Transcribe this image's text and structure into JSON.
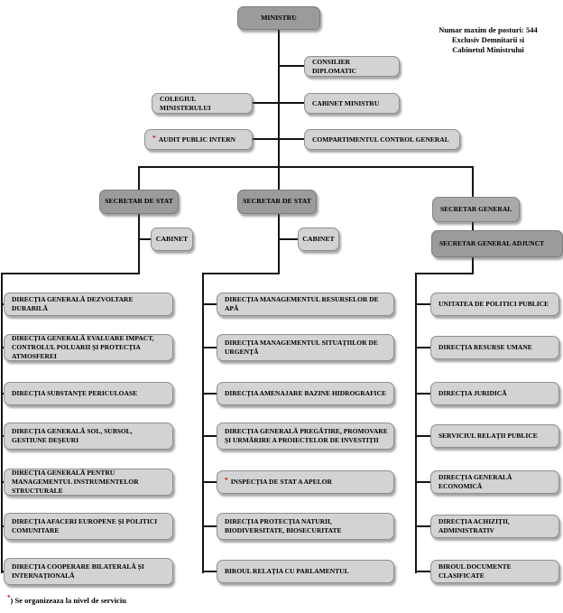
{
  "note": {
    "line1": "Numar maxim de posturi: 544",
    "line2": "Exclusiv Demnitarii si",
    "line3": "Cabinetul Ministrului"
  },
  "nodes": {
    "ministru": "MINISTRU",
    "consilier_diplomatic": "CONSILIER DIPLOMATIC",
    "colegiul_ministerului": "COLEGIUL MINISTERULUI",
    "cabinet_ministru": "CABINET MINISTRU",
    "audit_public_intern": {
      "marker": "*",
      "label": "AUDIT PUBLIC INTERN"
    },
    "compartimentul_control_general": "COMPARTIMENTUL CONTROL GENERAL",
    "secretar_de_stat_1": "SECRETAR DE STAT",
    "secretar_de_stat_2": "SECRETAR DE STAT",
    "cabinet_1": "CABINET",
    "cabinet_2": "CABINET",
    "secretar_general": "SECRETAR GENERAL",
    "secretar_general_adjunct": "SECRETAR GENERAL ADJUNCT"
  },
  "columns": {
    "left": [
      {
        "marker": "",
        "label": "DIRECȚIA GENERALĂ DEZVOLTARE DURABILĂ"
      },
      {
        "marker": "",
        "label": "DIRECȚIA GENERALĂ EVALUARE IMPACT, CONTROLUL POLUARII ȘI PROTECȚIA ATMOSFEREI"
      },
      {
        "marker": "",
        "label": "DIRECȚIA SUBSTANȚE PERICULOASE"
      },
      {
        "marker": "",
        "label": "DIRECȚIA GENERALĂ SOL, SUBSOL, GESTIUNE DEȘEURI"
      },
      {
        "marker": "",
        "label": "DIRECȚIA GENERALĂ PENTRU MANAGEMENTUL INSTRUMENTELOR STRUCTURALE"
      },
      {
        "marker": "",
        "label": "DIRECȚIA AFACERI EUROPENE ȘI POLITICI COMUNITARE"
      },
      {
        "marker": "",
        "label": "DIRECȚIA COOPERARE BILATERALĂ ȘI INTERNAȚIONALĂ"
      }
    ],
    "middle": [
      {
        "marker": "",
        "label": "DIRECȚIA MANAGEMENTUL RESURSELOR DE APĂ"
      },
      {
        "marker": "",
        "label": "DIRECȚIA MANAGEMENTUL SITUAȚIILOR DE URGENȚĂ"
      },
      {
        "marker": "",
        "label": "DIRECȚIA AMENAJARE BAZINE HIDROGRAFICE"
      },
      {
        "marker": "",
        "label": "DIRECȚIA GENERALĂ PREGĂTIRE, PROMOVARE ȘI URMĂRIRE A PROIECTELOR DE INVESTIȚII"
      },
      {
        "marker": "*",
        "label": "INSPECȚIA DE STAT A APELOR"
      },
      {
        "marker": "",
        "label": "DIRECȚIA PROTECȚIA NATURII, BIODIVERSITATE, BIOSECURITATE"
      },
      {
        "marker": "",
        "label": "BIROUL RELAȚIA CU PARLAMENTUL"
      }
    ],
    "right": [
      {
        "marker": "",
        "label": "UNITATEA DE POLITICI PUBLICE"
      },
      {
        "marker": "",
        "label": "DIRECȚIA RESURSE UMANE"
      },
      {
        "marker": "",
        "label": "DIRECȚIA JURIDICĂ"
      },
      {
        "marker": "",
        "label": "SERVICIUL RELAȚII PUBLICE"
      },
      {
        "marker": "",
        "label": "DIRECȚIA GENERALĂ ECONOMICĂ"
      },
      {
        "marker": "",
        "label": "DIRECȚIA ACHIZIȚII, ADMINISTRATIV"
      },
      {
        "marker": "",
        "label": "BIROUL DOCUMENTE CLASIFICATE"
      }
    ]
  },
  "footnote": {
    "marker": "*",
    "text": ") Se organizeaza la nivel de serviciu"
  },
  "colors": {
    "dark_box": "#9b9b9b",
    "medium_box": "#a9a9a9",
    "light_box": "#d3d3d3",
    "marker_red": "#cc0000",
    "line": "#141414"
  }
}
